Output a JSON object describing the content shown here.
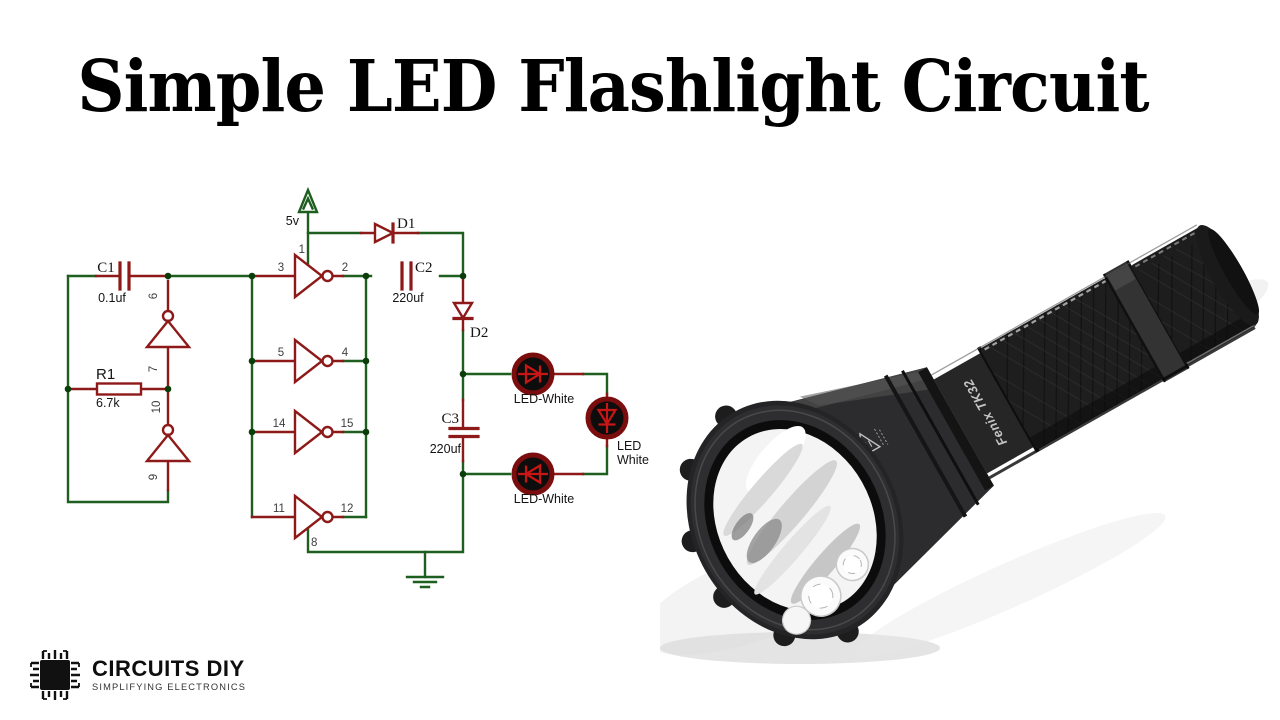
{
  "title": "Simple LED Flashlight Circuit",
  "schematic": {
    "power_label": "5v",
    "components": {
      "c1": {
        "ref": "C1",
        "value": "0.1uf"
      },
      "r1": {
        "ref": "R1",
        "value": "6.7k"
      },
      "c2": {
        "ref": "C2",
        "value": "220uf"
      },
      "c3": {
        "ref": "C3",
        "value": "220uf"
      },
      "d1": {
        "ref": "D1"
      },
      "d2": {
        "ref": "D2"
      },
      "led_top": {
        "label": "LED-White"
      },
      "led_right": {
        "label_line1": "LED",
        "label_line2": "White"
      },
      "led_bottom": {
        "label": "LED-White"
      }
    },
    "pins": {
      "p1": "1",
      "p2": "2",
      "p3": "3",
      "p4": "4",
      "p5": "5",
      "p6": "6",
      "p7": "7",
      "p8": "8",
      "p9": "9",
      "p10": "10",
      "p11": "11",
      "p12": "12",
      "p14": "14",
      "p15": "15"
    },
    "colors": {
      "wire": "#1e5e1e",
      "component": "#8e1919",
      "junction": "#0a3d0a",
      "led_ring": "#7a0d0d",
      "led_symbol": "#c81515"
    }
  },
  "flashlight": {
    "body_text": "Fenix TK32"
  },
  "logo": {
    "name": "CIRCUITS DIY",
    "tagline": "SIMPLIFYING ELECTRONICS"
  }
}
